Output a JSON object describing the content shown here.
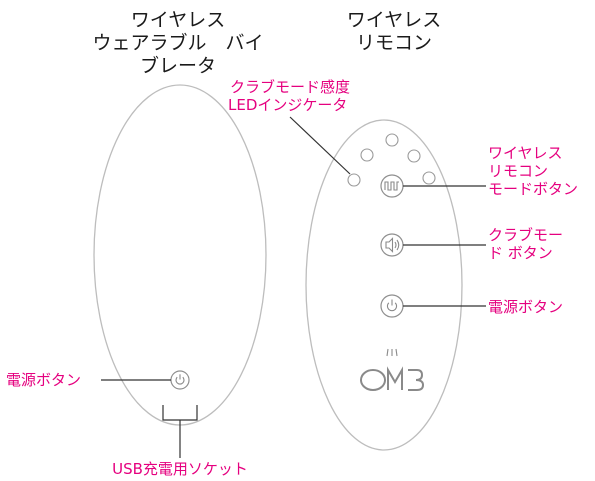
{
  "colors": {
    "label": "#e5007f",
    "title": "#1a1a1a",
    "outline": "#bdbdbd"
  },
  "vibrator": {
    "title_lines": [
      "ワイヤレス",
      "ウェアラブル　バイ",
      "ブレータ"
    ],
    "power_label": "電源ボタン",
    "usb_label": "USB充電用ソケット",
    "power_icon": "power-icon"
  },
  "remote": {
    "title_lines": [
      "ワイヤレス",
      "リモコン"
    ],
    "led_label_lines": [
      "クラブモード感度",
      "LEDインジケータ"
    ],
    "mode_label_lines": [
      "ワイヤレス",
      "リモコン",
      "モードボタン"
    ],
    "club_label_lines": [
      "クラブモー",
      "ド ボタン"
    ],
    "power_label": "電源ボタン",
    "logo": "OMB",
    "mode_icon": "pulse-wave-icon",
    "club_icon": "speaker-sound-icon",
    "power_icon": "power-icon"
  }
}
